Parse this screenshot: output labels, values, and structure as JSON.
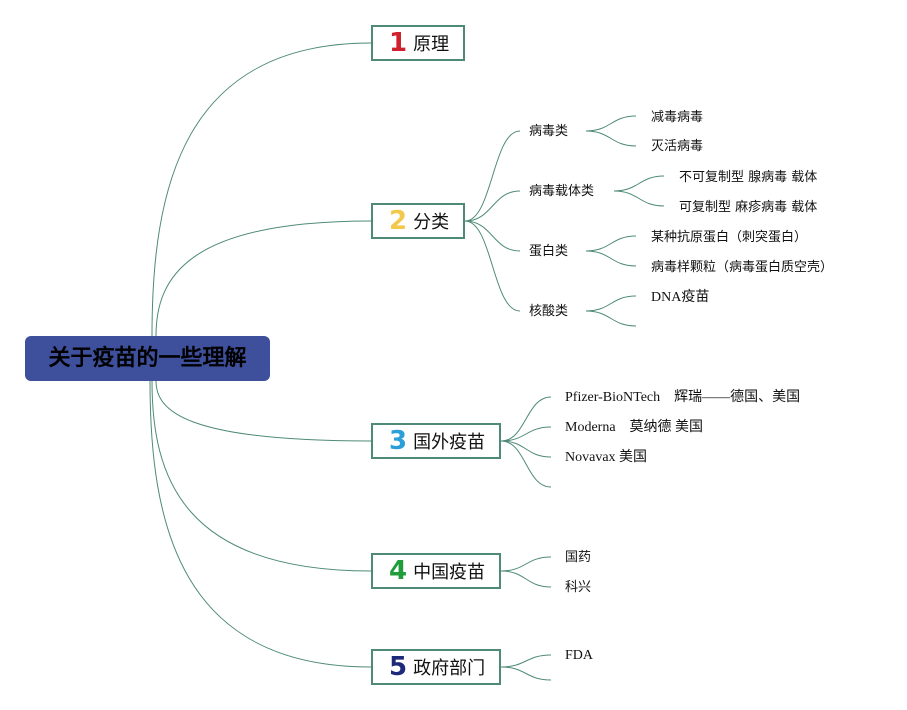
{
  "root": {
    "label": "关于疫苗的一些理解",
    "color": "#3e4f9c"
  },
  "branches": [
    {
      "num": "1",
      "label": "原理",
      "num_color": "#d0202e"
    },
    {
      "num": "2",
      "label": "分类",
      "num_color": "#f2c94c"
    },
    {
      "num": "3",
      "label": "国外疫苗",
      "num_color": "#2a9fd8"
    },
    {
      "num": "4",
      "label": "中国疫苗",
      "num_color": "#1f9d3a"
    },
    {
      "num": "5",
      "label": "政府部门",
      "num_color": "#1d2a7a"
    }
  ],
  "categories": [
    {
      "label": "病毒类",
      "items": [
        "减毒病毒",
        "灭活病毒"
      ]
    },
    {
      "label": "病毒载体类",
      "items": [
        "不可复制型 腺病毒 载体",
        "可复制型 麻疹病毒 载体"
      ]
    },
    {
      "label": "蛋白类",
      "items": [
        "某种抗原蛋白（刺突蛋白）",
        "病毒样颗粒（病毒蛋白质空壳）"
      ]
    },
    {
      "label": "核酸类",
      "items": [
        "DNA疫苗"
      ]
    }
  ],
  "foreign": [
    "Pfizer-BioNTech　辉瑞——德国、美国",
    "Moderna　莫纳德 美国",
    "Novavax 美国"
  ],
  "china": [
    "国药",
    "科兴"
  ],
  "gov": [
    "FDA"
  ],
  "line_color": "#4f8a78"
}
